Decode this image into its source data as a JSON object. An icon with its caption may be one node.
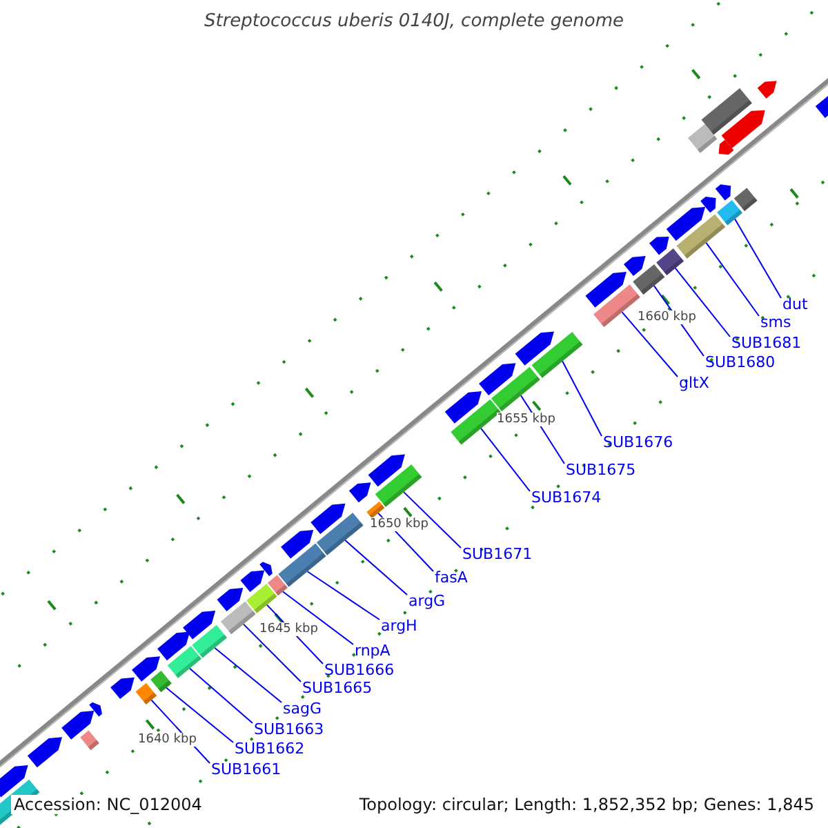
{
  "diagram": {
    "title": "Streptococcus uberis 0140J, complete genome",
    "nodes": [
      {
        "text": [
          "SUB1661"
        ]
      },
      {
        "text": [
          "SUB1662"
        ]
      },
      {
        "text": [
          "SUB1663"
        ]
      },
      {
        "text": [
          "sagG"
        ]
      },
      {
        "text": [
          "SUB1665"
        ]
      },
      {
        "text": [
          "SUB1666"
        ]
      },
      {
        "text": [
          "rnpA"
        ]
      },
      {
        "text": [
          "argH"
        ]
      },
      {
        "text": [
          "argG"
        ]
      },
      {
        "text": [
          "fasA"
        ]
      },
      {
        "text": [
          "SUB1671"
        ]
      },
      {
        "text": [
          "SUB1674"
        ]
      },
      {
        "text": [
          "SUB1675"
        ]
      },
      {
        "text": [
          "SUB1676"
        ]
      },
      {
        "text": [
          "gltX"
        ]
      },
      {
        "text": [
          "SUB1680"
        ]
      },
      {
        "text": [
          "SUB1681"
        ]
      },
      {
        "text": [
          "sms"
        ]
      },
      {
        "text": [
          "dut"
        ]
      },
      {
        "text": [],
        "shape": "bar"
      },
      {
        "text": [],
        "shape": "bar"
      },
      {
        "text": [],
        "shape": "bar"
      },
      {
        "text": [],
        "shape": "bar"
      },
      {
        "text": [],
        "shape": "bar"
      },
      {
        "text": [],
        "shape": "bar"
      },
      {
        "text": [],
        "shape": "bar"
      },
      {
        "text": [],
        "shape": "bar"
      },
      {
        "text": [],
        "shape": "bar"
      },
      {
        "text": [],
        "shape": "bar"
      },
      {
        "text": [],
        "shape": "bar"
      },
      {
        "text": [],
        "shape": "bar"
      },
      {
        "text": [],
        "shape": "bar"
      },
      {
        "text": [],
        "shape": "bar"
      },
      {
        "text": [],
        "shape": "bar"
      },
      {
        "text": [],
        "shape": "bar"
      },
      {
        "text": [],
        "shape": "bar"
      },
      {
        "text": [],
        "shape": "bar"
      },
      {
        "text": [],
        "shape": "bar"
      },
      {
        "text": [],
        "shape": "bar"
      },
      {
        "text": [],
        "shape": "bar"
      },
      {
        "text": [],
        "shape": "bar"
      },
      {
        "text": [],
        "shape": "bar"
      },
      {
        "text": [],
        "shape": "bar"
      },
      {
        "text": [],
        "shape": "pentagon"
      },
      {
        "text": [],
        "shape": "pentagon"
      },
      {
        "text": [],
        "shape": "pentagon"
      },
      {
        "text": [],
        "shape": "pentagon"
      },
      {
        "text": [],
        "shape": "pentagon"
      },
      {
        "text": [],
        "shape": "pentagon"
      },
      {
        "text": [],
        "shape": "pentagon"
      },
      {
        "text": [],
        "shape": "pentagon"
      },
      {
        "text": [],
        "shape": "pentagon"
      },
      {
        "text": [],
        "shape": "pentagon"
      },
      {
        "text": [],
        "shape": "pentagon"
      },
      {
        "text": [],
        "shape": "pentagon"
      },
      {
        "text": [],
        "shape": "pentagon"
      },
      {
        "text": [],
        "shape": "pentagon"
      },
      {
        "text": [],
        "shape": "pentagon"
      },
      {
        "text": [],
        "shape": "pentagon"
      },
      {
        "text": [],
        "shape": "pentagon"
      },
      {
        "text": [],
        "shape": "pentagon"
      },
      {
        "text": [],
        "shape": "pentagon"
      },
      {
        "text": [],
        "shape": "pentagon"
      },
      {
        "text": [],
        "shape": "pentagon"
      },
      {
        "text": [],
        "shape": "pentagon"
      },
      {
        "text": [],
        "shape": "pentagon"
      },
      {
        "text": [],
        "shape": "pentagon"
      },
      {
        "text": [],
        "shape": "pentagon"
      },
      {
        "text": [],
        "shape": "pentagon"
      },
      {
        "text": [],
        "shape": "pentagon"
      },
      {
        "text": [],
        "shape": "pentagon"
      }
    ],
    "edges": [
      {
        "from": 0,
        "to": 19,
        "arrow": "none"
      },
      {
        "from": 1,
        "to": 20,
        "arrow": "none"
      },
      {
        "from": 2,
        "to": 21,
        "arrow": "none"
      },
      {
        "from": 3,
        "to": 22,
        "arrow": "none"
      },
      {
        "from": 4,
        "to": 23,
        "arrow": "none"
      },
      {
        "from": 5,
        "to": 24,
        "arrow": "none"
      },
      {
        "from": 6,
        "to": 25,
        "arrow": "none"
      },
      {
        "from": 7,
        "to": 26,
        "arrow": "none"
      },
      {
        "from": 8,
        "to": 27,
        "arrow": "none"
      },
      {
        "from": 9,
        "to": 28,
        "arrow": "none"
      },
      {
        "from": 10,
        "to": 29,
        "arrow": "none"
      },
      {
        "from": 11,
        "to": 30,
        "arrow": "none"
      },
      {
        "from": 12,
        "to": 31,
        "arrow": "none"
      },
      {
        "from": 13,
        "to": 32,
        "arrow": "none"
      },
      {
        "from": 14,
        "to": 33,
        "arrow": "none"
      },
      {
        "from": 15,
        "to": 34,
        "arrow": "none"
      },
      {
        "from": 16,
        "to": 35,
        "arrow": "none"
      },
      {
        "from": 17,
        "to": 36,
        "arrow": "none"
      },
      {
        "from": 18,
        "to": 37,
        "arrow": "none"
      }
    ],
    "labels": [
      "1640 kbp",
      "1645 kbp",
      "1650 kbp",
      "1655 kbp",
      "1660 kbp",
      "Accession: NC_012004",
      "Topology: circular; Length: 1,852,352 bp; Genes: 1,845"
    ]
  }
}
